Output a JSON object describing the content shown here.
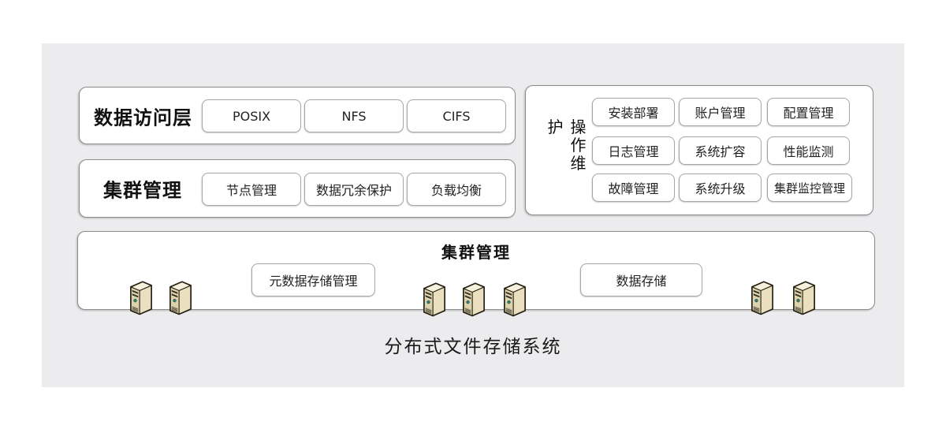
{
  "caption": "分布式文件存储系统",
  "colors": {
    "panel_bg": "#ececee",
    "box_border": "#8d8d8d",
    "button_border": "#a6a6a6",
    "server_body": "#dcd2ac",
    "server_side": "#eae0c0",
    "server_top": "#f6f1dd",
    "power_led": "#2f7d74"
  },
  "access": {
    "label": "数据访问层",
    "items": [
      "POSIX",
      "NFS",
      "CIFS"
    ]
  },
  "cluster": {
    "label": "集群管理",
    "items": [
      "节点管理",
      "数据冗余保护",
      "负载均衡"
    ]
  },
  "ops": {
    "label": "操作维护",
    "grid": [
      [
        "安装部署",
        "账户管理",
        "配置管理"
      ],
      [
        "日志管理",
        "系统扩容",
        "性能监测"
      ],
      [
        "故障管理",
        "系统升级",
        "集群监控管理"
      ]
    ]
  },
  "storage": {
    "title": "集群管理",
    "buttons": [
      "元数据存储管理",
      "数据存储"
    ],
    "server_groups": [
      2,
      3,
      2
    ]
  }
}
